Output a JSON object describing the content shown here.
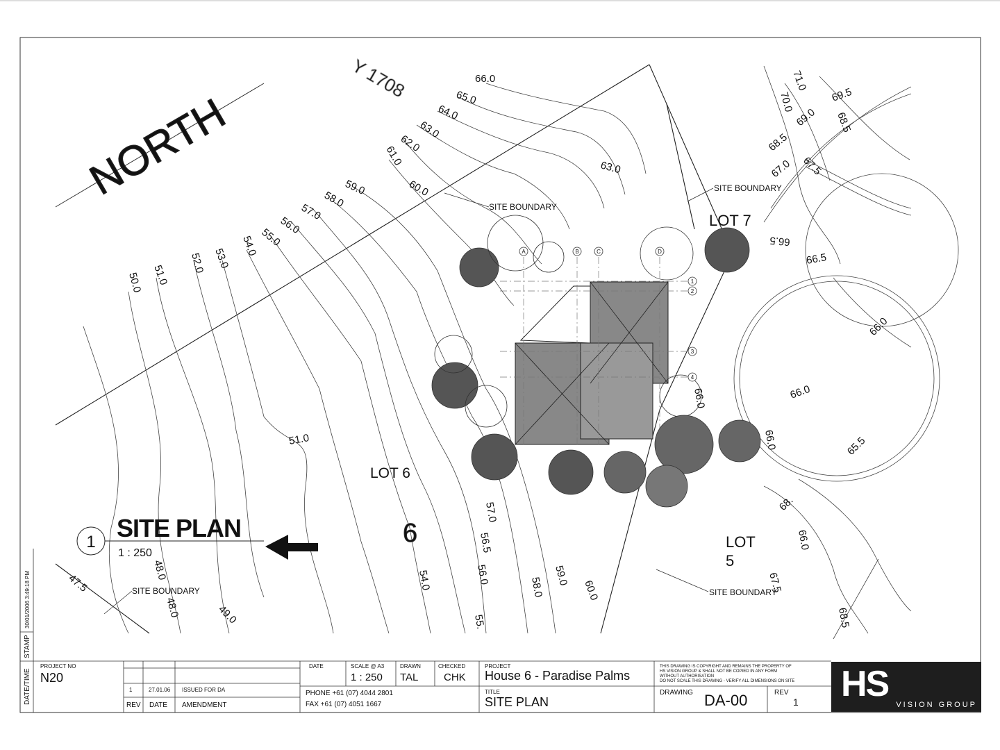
{
  "drawing": {
    "north_label": "NORTH",
    "street_ghost": "Y 1708",
    "view_number": "1",
    "view_title": "SITE PLAN",
    "view_scale": "1 : 250",
    "lot_labels": [
      "LOT 6",
      "LOT 7",
      "LOT",
      "5"
    ],
    "lot_number_handwritten": "6",
    "site_boundary_label": "SITE BOUNDARY",
    "grid_letters": [
      "A",
      "B",
      "C",
      "D"
    ],
    "grid_numbers": [
      "1",
      "2",
      "3",
      "4"
    ],
    "contour_labels": [
      "66.0",
      "65.0",
      "64.0",
      "63.0",
      "62.0",
      "61.0",
      "60.0",
      "59.0",
      "58.0",
      "57.0",
      "56.0",
      "55.0",
      "54.0",
      "53.0",
      "52.0",
      "51.0",
      "50.0",
      "51.0",
      "63.0",
      "57.0",
      "56.5",
      "56.0",
      "54.0",
      "58.0",
      "59.0",
      "60.0",
      "55.",
      "48.0",
      "48.0",
      "47.5",
      "49.0",
      "71.0",
      "70.0",
      "69.5",
      "69.0",
      "68.5",
      "67.0",
      "67.5",
      "68.5",
      "66.5",
      "66.5",
      "66.0",
      "66.0",
      "65.5",
      "66.0",
      "68.",
      "67.5",
      "66.0",
      "68.5",
      "66.0"
    ]
  },
  "stamp": {
    "datetime_label": "DATE/TIME",
    "stamp_label": "STAMP",
    "datetime_value": "30/01/2006 3:49:18 PM"
  },
  "title_block": {
    "project_no_label": "PROJECT NO",
    "project_no": "N20",
    "revisions": [
      {
        "rev": "1",
        "date": "27.01.06",
        "amendment": "ISSUED FOR DA"
      }
    ],
    "rev_col_label": "REV",
    "date_col_label": "DATE",
    "amendment_col_label": "AMENDMENT",
    "date_label": "DATE",
    "scale_label": "SCALE @ A3",
    "scale_value": "1 : 250",
    "drawn_label": "DRAWN",
    "drawn_value": "TAL",
    "checked_label": "CHECKED",
    "checked_value": "CHK",
    "phone_line": "PHONE  +61  (07)  4044  2801",
    "fax_line": "FAX  +61  (07)  4051  1667",
    "project_label": "PROJECT",
    "project_value": "House 6 - Paradise Palms",
    "title_label": "TITLE",
    "title_value": "SITE PLAN",
    "copyright_lines": [
      "THIS DRAWING IS COPYRIGHT AND REMAINS THE PROPERTY OF",
      "HS VISION GROUP & SHALL NOT BE COPIED IN ANY FORM",
      "WITHOUT AUTHORISATION",
      "DO NOT SCALE THIS DRAWING - VERIFY ALL DIMENSIONS ON SITE"
    ],
    "drawing_label": "DRAWING",
    "drawing_value": "DA-00",
    "rev_label": "REV",
    "rev_value": "1",
    "logo_main": "HS",
    "logo_sub": "VISION GROUP"
  }
}
